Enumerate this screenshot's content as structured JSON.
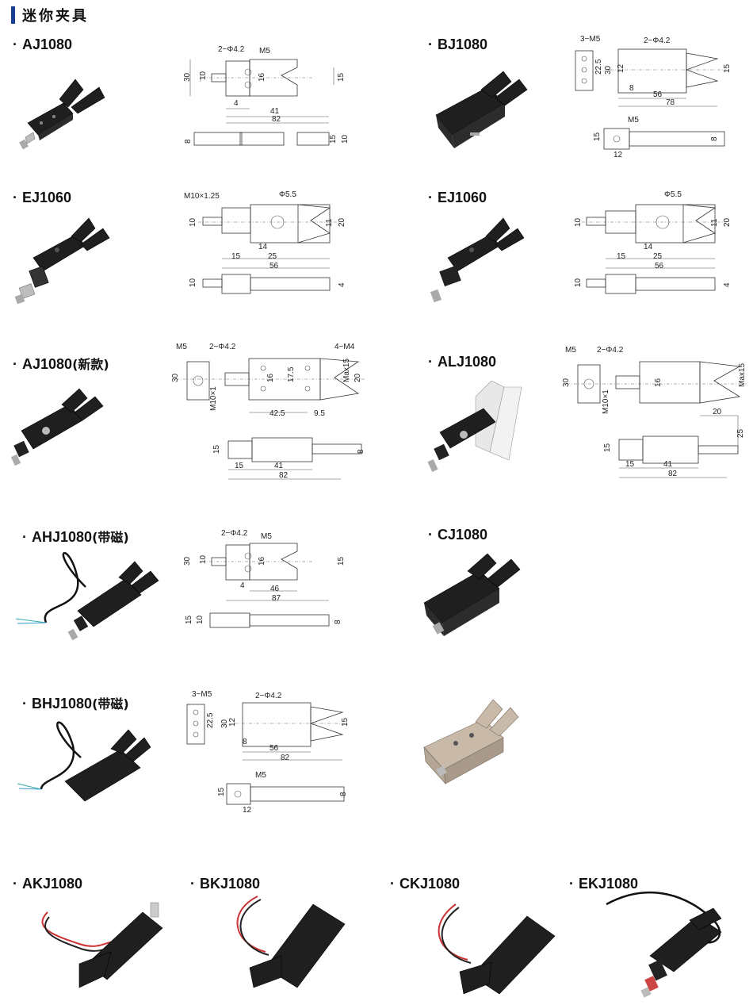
{
  "header": {
    "title": "迷你夹具"
  },
  "products": [
    {
      "id": "aj1080",
      "bullet": "·",
      "name": "AJ1080",
      "tag": ""
    },
    {
      "id": "bj1080",
      "bullet": "·",
      "name": "BJ1080",
      "tag": ""
    },
    {
      "id": "ej1060a",
      "bullet": "·",
      "name": "EJ1060",
      "tag": ""
    },
    {
      "id": "ej1060b",
      "bullet": "·",
      "name": "EJ1060",
      "tag": ""
    },
    {
      "id": "aj1080new",
      "bullet": "·",
      "name": "AJ1080",
      "tag": "(新款)"
    },
    {
      "id": "alj1080",
      "bullet": "·",
      "name": "ALJ1080",
      "tag": ""
    },
    {
      "id": "ahj1080",
      "bullet": "·",
      "name": "AHJ1080",
      "tag": "(带磁)"
    },
    {
      "id": "cj1080",
      "bullet": "·",
      "name": "CJ1080",
      "tag": ""
    },
    {
      "id": "bhj1080",
      "bullet": "·",
      "name": "BHJ1080",
      "tag": "(带磁)"
    },
    {
      "id": "akj1080",
      "bullet": "·",
      "name": "AKJ1080",
      "tag": ""
    },
    {
      "id": "bkj1080",
      "bullet": "·",
      "name": "BKJ1080",
      "tag": ""
    },
    {
      "id": "ckj1080",
      "bullet": "·",
      "name": "CKJ1080",
      "tag": ""
    },
    {
      "id": "ekj1080",
      "bullet": "·",
      "name": "EKJ1080",
      "tag": ""
    }
  ],
  "drawings": {
    "aj1080": {
      "hole": "2−Φ4.2",
      "thread": "M5",
      "h_total": "30",
      "h_inner": "10",
      "h_mid": "16",
      "h_jaw": "15",
      "w_small": "4",
      "w_mid": "41",
      "w_total": "82",
      "s_left": "8",
      "s_right1": "15",
      "s_right2": "10"
    },
    "bj1080": {
      "holes_m": "3−M5",
      "hole": "2−Φ4.2",
      "h1": "30",
      "h2": "22.5",
      "h3": "12",
      "h_jaw": "15",
      "w1": "8",
      "w2": "56",
      "w3": "78",
      "thread": "M5",
      "s_h": "15",
      "s_w": "12",
      "s_right": "8"
    },
    "ej1060a": {
      "thread": "M10×1.25",
      "hole": "Φ5.5",
      "h_left": "10",
      "h_jaw": "11",
      "h_total": "20",
      "w1": "14",
      "w2": "25",
      "w3": "15",
      "w_total": "56",
      "s_left": "10",
      "s_right": "4"
    },
    "ej1060b": {
      "hole": "Φ5.5",
      "h_left": "10",
      "h_jaw": "11",
      "h_total": "20",
      "w1": "14",
      "w2": "25",
      "w3": "15",
      "w_total": "56",
      "s_left": "10",
      "s_right": "4"
    },
    "aj1080new": {
      "thread": "M5",
      "hole": "2−Φ4.2",
      "holes_m": "4−M4",
      "h_total": "30",
      "h_mid": "16",
      "h_in": "17.5",
      "max": "Max15",
      "h_right": "20",
      "thread2": "M10×1",
      "w_mid": "42.5",
      "w_small": "9.5",
      "s_h": "15",
      "s_right": "8",
      "s_w1": "15",
      "s_w2": "41",
      "s_total": "82"
    },
    "alj1080": {
      "thread": "M5",
      "hole": "2−Φ4.2",
      "h_total": "30",
      "h_mid": "16",
      "max": "Max15",
      "thread2": "M10×1",
      "w_jaw": "20",
      "h_jaw": "25",
      "s_h": "15",
      "s_w1": "15",
      "s_w2": "41",
      "s_total": "82"
    },
    "ahj1080": {
      "hole": "2−Φ4.2",
      "thread": "M5",
      "h_total": "30",
      "h_inner": "10",
      "h_mid": "16",
      "h_jaw": "15",
      "w_small": "4",
      "w_mid": "46",
      "w_total": "87",
      "s_h1": "15",
      "s_h2": "10",
      "s_right": "8"
    },
    "bhj1080": {
      "holes_m": "3−M5",
      "hole": "2−Φ4.2",
      "h1": "30",
      "h2": "22.5",
      "h3": "12",
      "h_jaw": "15",
      "w1": "8",
      "w2": "56",
      "w3": "82",
      "thread": "M5",
      "s_h": "15",
      "s_w": "12",
      "s_right": "8"
    }
  }
}
